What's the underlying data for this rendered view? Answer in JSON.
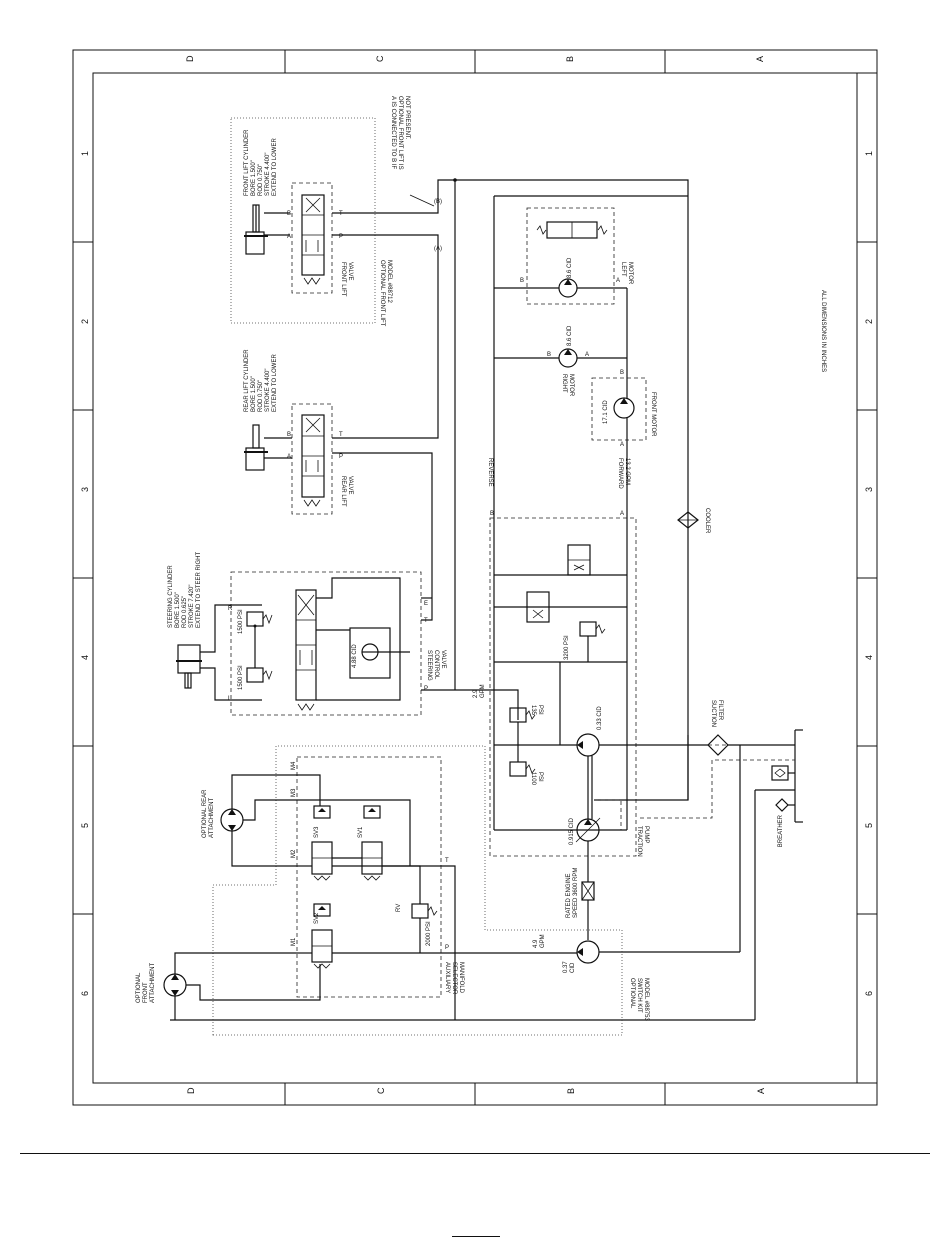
{
  "zones": {
    "letters": [
      "D",
      "C",
      "B",
      "A"
    ],
    "numbers": [
      "1",
      "2",
      "3",
      "4",
      "5",
      "6"
    ]
  },
  "notes": {
    "dimensions": "ALL DIMENSIONS IN INCHES",
    "connection_note": [
      "A IS CONNECTED TO B IF",
      "OPTIONAL FRONT LIFT IS",
      "NOT PRESENT."
    ]
  },
  "front_lift": {
    "cylinder": [
      "FRONT LIFT CYLINDER",
      "BORE 1.500\"",
      "ROD 0.750\"",
      "STROKE 4.400\"",
      "EXTEND TO LOWER"
    ],
    "valve": [
      "FRONT LIFT",
      "VALVE"
    ],
    "option": [
      "OPTIONAL FRONT LIFT",
      "MODEL #88712"
    ],
    "port_a": "A",
    "port_b": "B",
    "port_p": "P",
    "port_t": "T"
  },
  "rear_lift": {
    "cylinder": [
      "REAR LIFT CYLINDER",
      "BORE 1.500\"",
      "ROD 0.750\"",
      "STROKE 4.400\"",
      "EXTEND TO LOWER"
    ],
    "valve": [
      "REAR LIFT",
      "VALVE"
    ],
    "port_a": "A",
    "port_b": "B",
    "port_p": "P",
    "port_t": "T"
  },
  "steering": {
    "cylinder": [
      "STEERING CYLINDER",
      "BORE 1.500\"",
      "ROD 0.625\"",
      "STROKE 7.420\"",
      "EXTEND TO STEER RIGHT"
    ],
    "relief_r": "1500 PSI",
    "relief_l": "1500 PSI",
    "valve_cid": "4.88 CID",
    "valve": [
      "STEERING",
      "CONTROL",
      "VALVE"
    ],
    "port_r": "R",
    "port_l": "L",
    "port_t": "T",
    "port_e": "E",
    "port_p": "P"
  },
  "motors": {
    "left": {
      "cid": "8.6 CID",
      "label": [
        "LEFT",
        "MOTOR"
      ],
      "port_a": "A",
      "port_b": "B"
    },
    "right": {
      "cid": "8.6 CID",
      "label": [
        "RIGHT",
        "MOTOR"
      ],
      "port_a": "A",
      "port_b": "B"
    },
    "front": {
      "cid": "17.1 CID",
      "label": "FRONT MOTOR",
      "port_a": "A",
      "port_b": "B"
    }
  },
  "traction": {
    "reverse": "REVERSE",
    "forward": [
      "FORWARD",
      "13.2 GPM"
    ],
    "port_a": "A",
    "port_b": "B",
    "charge_relief": "3200 PSI",
    "gpm": [
      "2.9",
      "GPM"
    ],
    "relief_135": [
      "135",
      "PSI"
    ],
    "relief_1100": [
      "1100",
      "PSI"
    ],
    "charge_cid": "0.33 CID",
    "pump_cid": "0.915 CID",
    "pump": [
      "TRACTION",
      "PUMP"
    ],
    "engine": [
      "RATED ENGINE",
      "SPEED 3600 RPM"
    ],
    "cooler": "COOLER",
    "suction_filter": [
      "SUCTION",
      "FILTER"
    ],
    "breather": "BREATHER"
  },
  "auxiliary": {
    "rear_attachment": [
      "OPTIONAL REAR",
      "ATTACHMENT"
    ],
    "front_attachment": [
      "OPTIONAL",
      "FRONT",
      "ATTACHMENT"
    ],
    "ports": [
      "M4",
      "M3",
      "M2",
      "M1"
    ],
    "sv": [
      "SV3",
      "SV1",
      "SV2"
    ],
    "rv": "RV",
    "rv_psi": "2000 PSI",
    "port_t": "T",
    "port_p": "P",
    "manifold": [
      "AUXILIARY",
      "SELECTOR",
      "MANIFOLD"
    ],
    "pump_cid": [
      "0.37",
      "CID"
    ],
    "pump_gpm": [
      "4.9",
      "GPM"
    ],
    "switch_kit": [
      "OPTIONAL",
      "SWITCH KIT",
      "MODEL #88753"
    ]
  }
}
